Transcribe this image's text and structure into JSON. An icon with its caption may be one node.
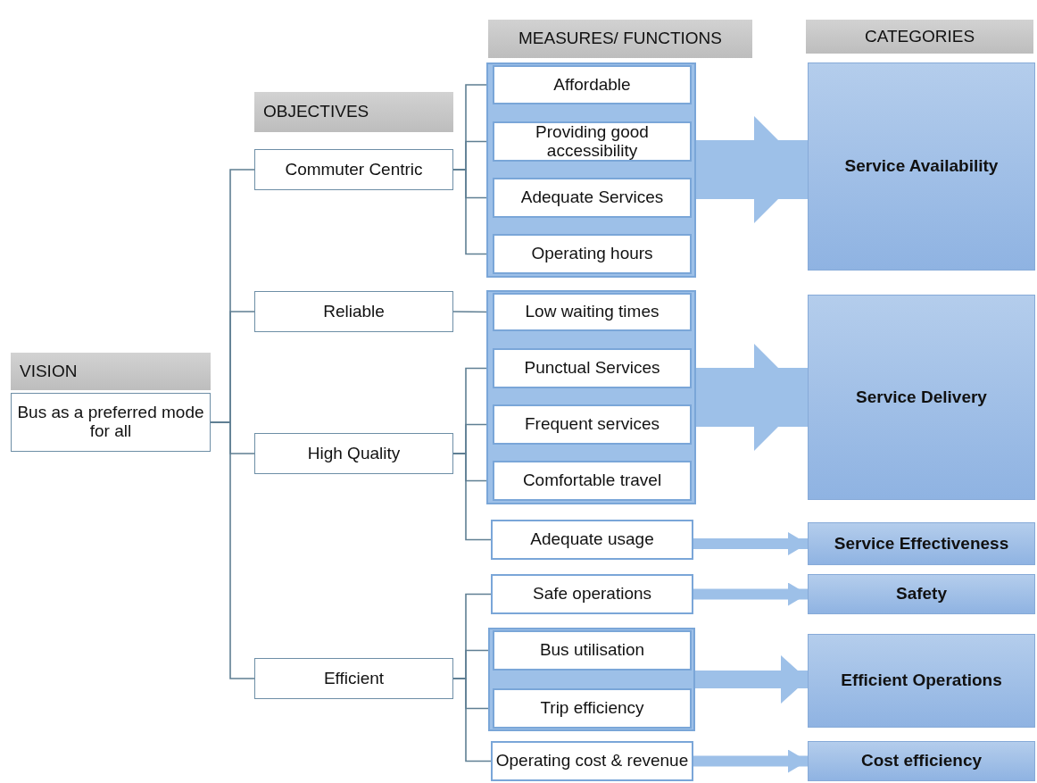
{
  "diagram": {
    "nodes": [
      {
        "text": [
          "VISION"
        ]
      },
      {
        "text": [
          "Bus as a preferred mode for all"
        ]
      },
      {
        "text": [
          "OBJECTIVES"
        ]
      },
      {
        "text": [
          "Commuter Centric"
        ]
      },
      {
        "text": [
          "Reliable"
        ]
      },
      {
        "text": [
          "High Quality"
        ]
      },
      {
        "text": [
          "Efficient"
        ]
      },
      {
        "text": [
          "MEASURES/ FUNCTIONS"
        ]
      },
      {
        "text": [],
        "shape": "box"
      },
      {
        "text": [
          "Affordable"
        ],
        "in": 8
      },
      {
        "text": [
          "Providing good accessibility"
        ],
        "in": 8
      },
      {
        "text": [
          "Adequate Services"
        ],
        "in": 8
      },
      {
        "text": [
          "Operating hours"
        ],
        "in": 8
      },
      {
        "text": [],
        "shape": "box"
      },
      {
        "text": [
          "Low waiting times"
        ],
        "in": 13
      },
      {
        "text": [
          "Punctual Services"
        ],
        "in": 13
      },
      {
        "text": [
          "Frequent services"
        ],
        "in": 13
      },
      {
        "text": [
          "Comfortable travel"
        ],
        "in": 13
      },
      {
        "text": [
          "Adequate usage"
        ]
      },
      {
        "text": [
          "Safe operations"
        ]
      },
      {
        "text": [],
        "shape": "box"
      },
      {
        "text": [
          "Bus utilisation"
        ],
        "in": 20
      },
      {
        "text": [
          "Trip efficiency"
        ],
        "in": 20
      },
      {
        "text": [
          "Operating cost & revenue"
        ]
      },
      {
        "text": [
          "CATEGORIES"
        ]
      },
      {
        "text": [
          "Service Availability"
        ]
      },
      {
        "text": [
          "Service Delivery"
        ]
      },
      {
        "text": [
          "Service Effectiveness"
        ]
      },
      {
        "text": [
          "Safety"
        ]
      },
      {
        "text": [
          "Efficient Operations"
        ]
      },
      {
        "text": [
          "Cost efficiency"
        ]
      }
    ],
    "edges": [
      {
        "from": 1,
        "to": 3,
        "arrow": "none"
      },
      {
        "from": 1,
        "to": 4,
        "arrow": "none"
      },
      {
        "from": 1,
        "to": 5,
        "arrow": "none"
      },
      {
        "from": 1,
        "to": 6,
        "arrow": "none"
      },
      {
        "from": 3,
        "to": 9,
        "arrow": "none"
      },
      {
        "from": 3,
        "to": 10,
        "arrow": "none"
      },
      {
        "from": 3,
        "to": 11,
        "arrow": "none"
      },
      {
        "from": 3,
        "to": 12,
        "arrow": "none"
      },
      {
        "from": 4,
        "to": 14,
        "arrow": "none"
      },
      {
        "from": 5,
        "to": 15,
        "arrow": "none"
      },
      {
        "from": 5,
        "to": 16,
        "arrow": "none"
      },
      {
        "from": 5,
        "to": 17,
        "arrow": "none"
      },
      {
        "from": 5,
        "to": 18,
        "arrow": "none"
      },
      {
        "from": 6,
        "to": 19,
        "arrow": "none"
      },
      {
        "from": 6,
        "to": 21,
        "arrow": "none"
      },
      {
        "from": 6,
        "to": 22,
        "arrow": "none"
      },
      {
        "from": 6,
        "to": 23,
        "arrow": "none"
      },
      {
        "from": 8,
        "to": 25,
        "arrow": "to",
        "style": "thick",
        "color": "#9dc0e8"
      },
      {
        "from": 13,
        "to": 26,
        "arrow": "to",
        "style": "thick",
        "color": "#9dc0e8"
      },
      {
        "from": 18,
        "to": 27,
        "arrow": "to",
        "style": "thick",
        "color": "#9dc0e8"
      },
      {
        "from": 19,
        "to": 28,
        "arrow": "to",
        "style": "thick",
        "color": "#9dc0e8"
      },
      {
        "from": 20,
        "to": 29,
        "arrow": "to",
        "style": "thick",
        "color": "#9dc0e8"
      },
      {
        "from": 23,
        "to": 30,
        "arrow": "to",
        "style": "thick",
        "color": "#9dc0e8"
      }
    ]
  }
}
